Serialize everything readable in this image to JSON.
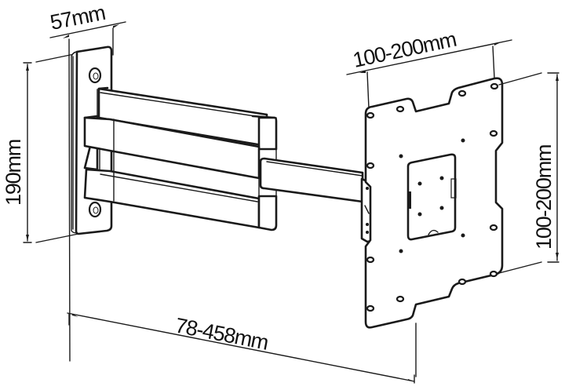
{
  "diagram": {
    "subject": "Articulating TV wall mount bracket",
    "colors": {
      "line": "#1a1a1a",
      "background": "#ffffff"
    },
    "dimensions": {
      "wall_plate_depth": "57mm",
      "wall_plate_height": "190mm",
      "vesa_horizontal": "100-200mm",
      "vesa_vertical": "100-200mm",
      "extension_range": "78-458mm"
    },
    "parts": [
      "wall-plate",
      "upper-arm",
      "lower-arm",
      "extension-arm",
      "vesa-plate",
      "tilt-hinge"
    ]
  }
}
